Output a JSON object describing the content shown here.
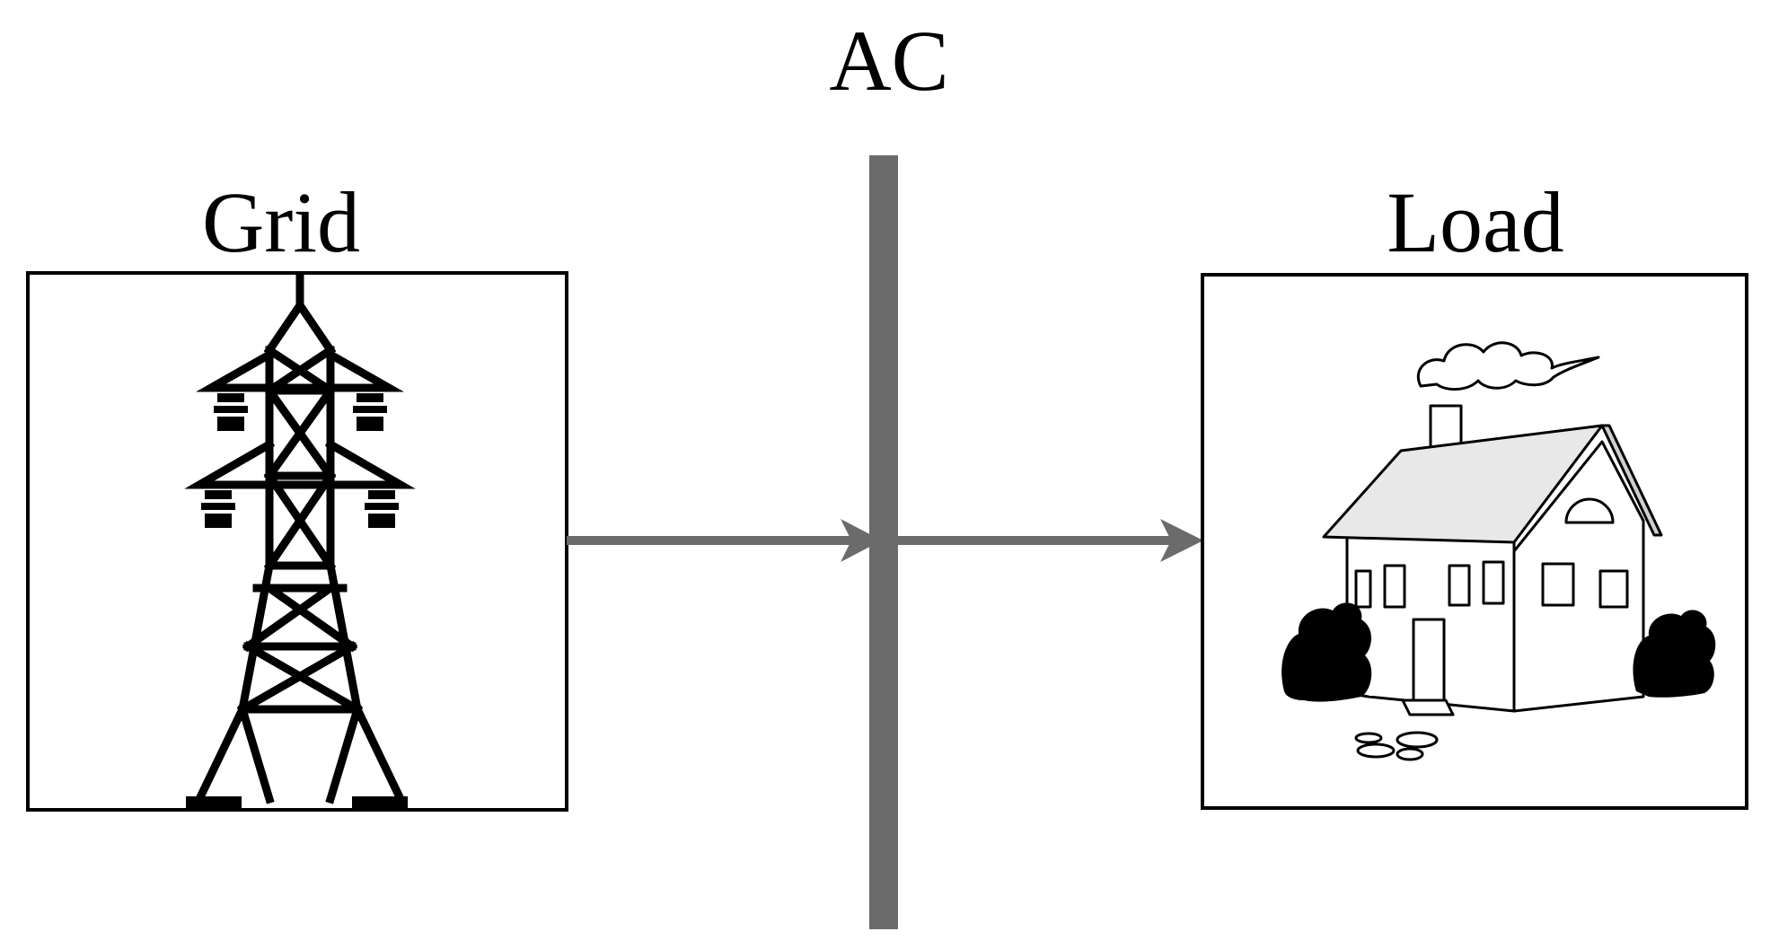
{
  "labels": {
    "bus": "AC",
    "grid": "Grid",
    "load": "Load"
  },
  "icons": {
    "grid": "transmission-tower-icon",
    "load": "house-icon"
  },
  "colors": {
    "bus": "#6b6b6b",
    "arrow": "#6b6b6b",
    "box_border": "#000000",
    "text": "#000000"
  }
}
